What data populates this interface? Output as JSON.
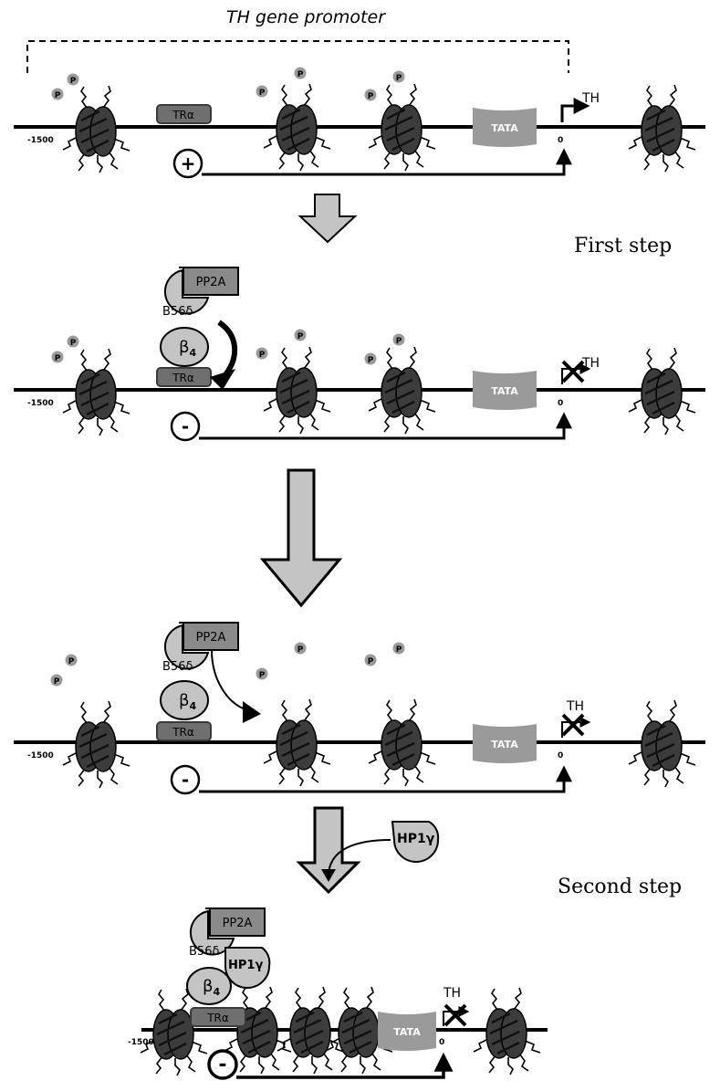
{
  "promoter_label": "TH gene promoter",
  "steps": {
    "first": "First step",
    "second": "Second step"
  },
  "labels": {
    "tr_alpha": "TRα",
    "tata": "TATA",
    "th": "TH",
    "pp2a": "PP2A",
    "b56": "B56δ",
    "beta4": "β",
    "beta4_sub": "4",
    "hp1": "HP1γ",
    "phospho": "P",
    "pos_start": "-1500",
    "pos_zero": "0",
    "plus": "+",
    "minus": "-"
  },
  "colors": {
    "protein_grey": "#c4c4c4",
    "pp2a_grey": "#8a8a8a",
    "tr_dark": "#6f6f6f",
    "tata_grey": "#9a9a9a",
    "nucleosome": "#3c3c3c"
  }
}
